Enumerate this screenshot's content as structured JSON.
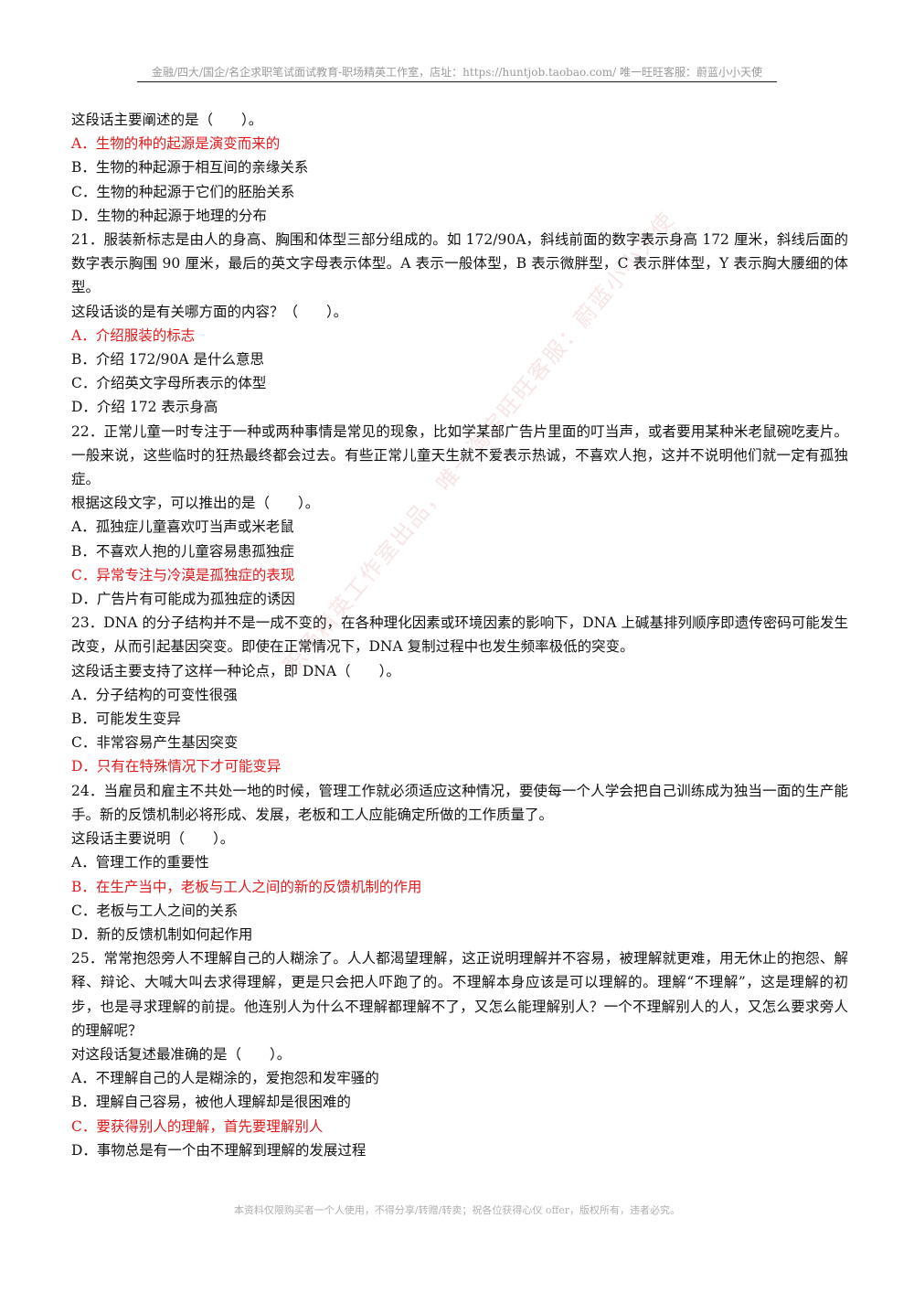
{
  "header": {
    "text": "金融/四大/国企/名企求职笔试面试教育-职场精英工作室，店址：https://huntjob.taobao.com/ 唯一旺旺客服：蔚蓝小小天使"
  },
  "lines": [
    {
      "text": "这段话主要阐述的是（　　）。",
      "answer": false
    },
    {
      "text": "A．生物的种的起源是演变而来的",
      "answer": true
    },
    {
      "text": "B．生物的种起源于相互间的亲缘关系",
      "answer": false
    },
    {
      "text": "C．生物的种起源于它们的胚胎关系",
      "answer": false
    },
    {
      "text": "D．生物的种起源于地理的分布",
      "answer": false
    }
  ],
  "q21": {
    "stem": "21．服装新标志是由人的身高、胸围和体型三部分组成的。如 172/90A，斜线前面的数字表示身高 172 厘米，斜线后面的数字表示胸围 90 厘米，最后的英文字母表示体型。A 表示一般体型，B 表示微胖型，C 表示胖体型，Y 表示胸大腰细的体型。",
    "prompt": "这段话谈的是有关哪方面的内容？（　　）。",
    "options": [
      {
        "text": "A．介绍服装的标志",
        "answer": true
      },
      {
        "text": "B．介绍 172/90A 是什么意思",
        "answer": false
      },
      {
        "text": "C．介绍英文字母所表示的体型",
        "answer": false
      },
      {
        "text": "D．介绍 172 表示身高",
        "answer": false
      }
    ]
  },
  "q22": {
    "stem": "22．正常儿童一时专注于一种或两种事情是常见的现象，比如学某部广告片里面的叮当声，或者要用某种米老鼠碗吃麦片。一般来说，这些临时的狂热最终都会过去。有些正常儿童天生就不爱表示热诚，不喜欢人抱，这并不说明他们就一定有孤独症。",
    "prompt": "根据这段文字，可以推出的是（　　）。",
    "options": [
      {
        "text": "A．孤独症儿童喜欢叮当声或米老鼠",
        "answer": false
      },
      {
        "text": "B．不喜欢人抱的儿童容易患孤独症",
        "answer": false
      },
      {
        "text": "C．异常专注与冷漠是孤独症的表现",
        "answer": true
      },
      {
        "text": "D．广告片有可能成为孤独症的诱因",
        "answer": false
      }
    ]
  },
  "q23": {
    "stem": "23．DNA 的分子结构并不是一成不变的，在各种理化因素或环境因素的影响下，DNA 上碱基排列顺序即遗传密码可能发生改变，从而引起基因突变。即使在正常情况下，DNA 复制过程中也发生频率极低的突变。",
    "prompt": "这段话主要支持了这样一种论点，即 DNA（　　）。",
    "options": [
      {
        "text": "A．分子结构的可变性很强",
        "answer": false
      },
      {
        "text": "B．可能发生变异",
        "answer": false
      },
      {
        "text": "C．非常容易产生基因突变",
        "answer": false
      },
      {
        "text": "D．只有在特殊情况下才可能变异",
        "answer": true
      }
    ]
  },
  "q24": {
    "stem": "24．当雇员和雇主不共处一地的时候，管理工作就必须适应这种情况，要使每一个人学会把自己训练成为独当一面的生产能手。新的反馈机制必将形成、发展，老板和工人应能确定所做的工作质量了。",
    "prompt": "这段话主要说明（　　）。",
    "options": [
      {
        "text": "A．管理工作的重要性",
        "answer": false
      },
      {
        "text": "B．在生产当中，老板与工人之间的新的反馈机制的作用",
        "answer": true
      },
      {
        "text": "C．老板与工人之间的关系",
        "answer": false
      },
      {
        "text": "D．新的反馈机制如何起作用",
        "answer": false
      }
    ]
  },
  "q25": {
    "stem": "25．常常抱怨旁人不理解自己的人糊涂了。人人都渴望理解，这正说明理解并不容易，被理解就更难，用无休止的抱怨、解释、辩论、大喊大叫去求得理解，更是只会把人吓跑了的。不理解本身应该是可以理解的。理解“不理解”，这是理解的初步，也是寻求理解的前提。他连别人为什么不理解都理解不了，又怎么能理解别人？一个不理解别人的人，又怎么要求旁人的理解呢？",
    "prompt": "对这段话复述最准确的是（　　）。",
    "options": [
      {
        "text": "A．不理解自己的人是糊涂的，爱抱怨和发牢骚的",
        "answer": false
      },
      {
        "text": "B．理解自己容易，被他人理解却是很困难的",
        "answer": false
      },
      {
        "text": "C．要获得别人的理解，首先要理解别人",
        "answer": true
      },
      {
        "text": "D．事物总是有一个由不理解到理解的发展过程",
        "answer": false
      }
    ]
  },
  "watermark": {
    "text": "职场精英工作室出品，唯一淘宝旺旺客服：蔚蓝小小天使"
  },
  "footer": {
    "text": "本资料仅限购买者一个人使用，不得分享/转赠/转卖；祝各位获得心仪 offer，版权所有，违者必究。"
  },
  "colors": {
    "answer": "#e1191b",
    "header": "#9a9a9a",
    "footer": "#b0b0b0"
  }
}
